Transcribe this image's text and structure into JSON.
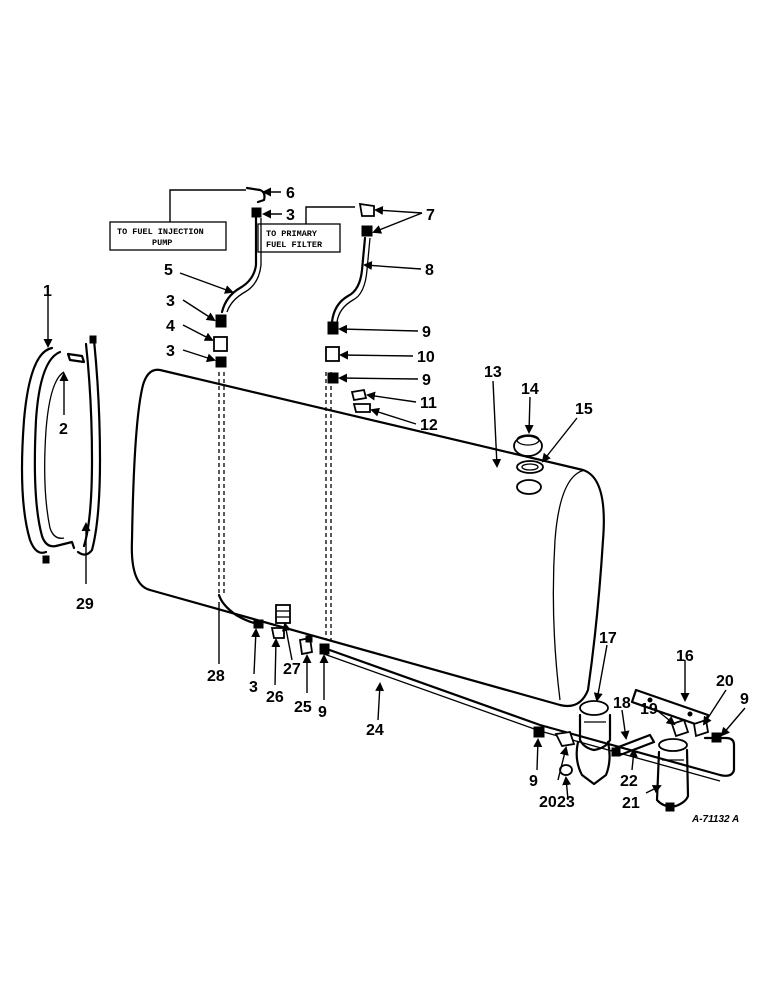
{
  "callouts": {
    "fuel_injection_pump": [
      "TO FUEL INJECTION",
      "PUMP"
    ],
    "primary_fuel_filter": [
      "TO PRIMARY",
      "FUEL FILTER"
    ]
  },
  "part_numbers": {
    "n1": "1",
    "n2": "2",
    "n3a": "3",
    "n3b": "3",
    "n3c": "3",
    "n3d": "3",
    "n4": "4",
    "n5": "5",
    "n6": "6",
    "n7": "7",
    "n8": "8",
    "n9a": "9",
    "n9b": "9",
    "n9c": "9",
    "n9d": "9",
    "n9e": "9",
    "n10": "10",
    "n11": "11",
    "n12": "12",
    "n13": "13",
    "n14": "14",
    "n15": "15",
    "n16": "16",
    "n17": "17",
    "n18": "18",
    "n19": "19",
    "n20a": "20",
    "n20b": "20",
    "n21": "21",
    "n22": "22",
    "n23": "23",
    "n24": "24",
    "n25": "25",
    "n26": "26",
    "n27": "27",
    "n28": "28",
    "n29": "29"
  },
  "reference_code": "A-71132 A"
}
